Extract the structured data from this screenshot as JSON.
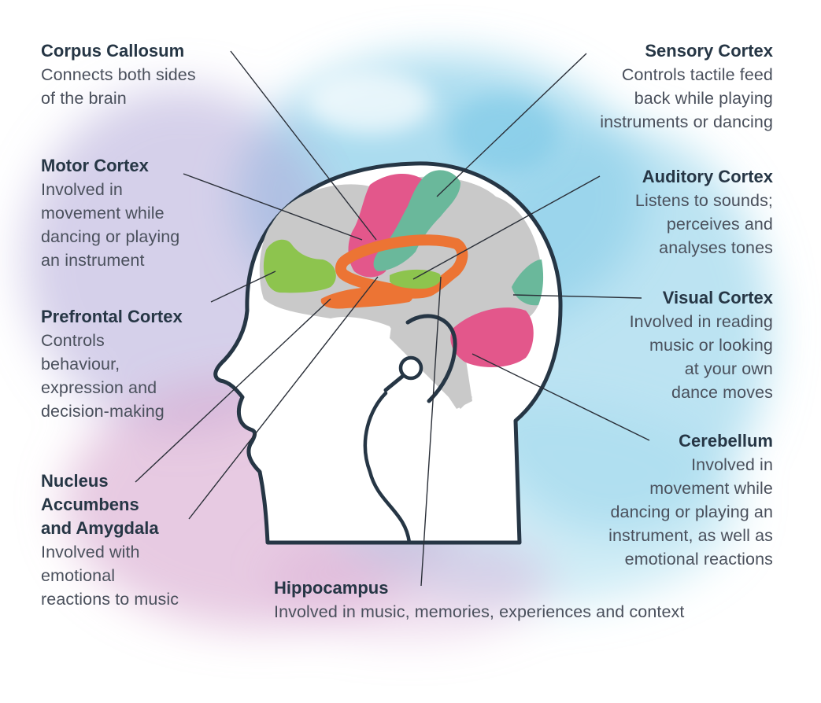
{
  "colors": {
    "outline": "#263645",
    "brain": "#c9c9c9",
    "pink": "#e3578b",
    "teal": "#6ab89b",
    "green": "#8dc44e",
    "orange": "#ec7434",
    "wash_blue": "#8fd0ea",
    "wash_pink": "#d7a6cf",
    "wash_purple": "#b3a9d9",
    "leader": "#2a2f38"
  },
  "labels": {
    "corpus_callosum": {
      "title": "Corpus Callosum",
      "desc": "Connects both sides\nof the brain"
    },
    "motor_cortex": {
      "title": "Motor Cortex",
      "desc": "Involved in\nmovement while\ndancing or playing\nan instrument"
    },
    "prefrontal_cortex": {
      "title": "Prefrontal Cortex",
      "desc": "Controls\nbehaviour,\nexpression and\ndecision-making"
    },
    "nucleus_accumbens": {
      "title": "Nucleus\nAccumbens\nand Amygdala",
      "desc": "Involved with\nemotional\nreactions to music"
    },
    "hippocampus": {
      "title": "Hippocampus",
      "desc": "Involved in music, memories, experiences and context"
    },
    "sensory_cortex": {
      "title": "Sensory Cortex",
      "desc": "Controls tactile feed\nback while playing\ninstruments or dancing"
    },
    "auditory_cortex": {
      "title": "Auditory Cortex",
      "desc": "Listens to sounds;\nperceives and\nanalyses tones"
    },
    "visual_cortex": {
      "title": "Visual Cortex",
      "desc": "Involved in reading\nmusic or looking\nat your own\ndance moves"
    },
    "cerebellum": {
      "title": "Cerebellum",
      "desc": "Involved in\nmovement while\ndancing or playing an\ninstrument, as well as\nemotional reactions"
    }
  }
}
